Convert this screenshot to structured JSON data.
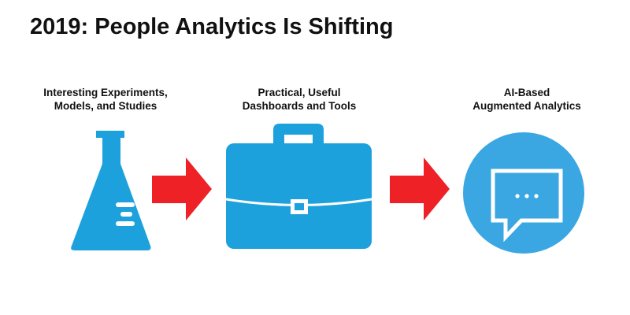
{
  "title": "2019: People Analytics Is Shifting",
  "steps": [
    {
      "label_line1": "Interesting Experiments,",
      "label_line2": "Models, and Studies",
      "icon": "flask-icon"
    },
    {
      "label_line1": "Practical, Useful",
      "label_line2": "Dashboards and Tools",
      "icon": "briefcase-icon"
    },
    {
      "label_line1": "AI-Based",
      "label_line2": "Augmented Analytics",
      "icon": "chat-bubble-icon"
    }
  ],
  "colors": {
    "icon_blue": "#1da1dd",
    "circle_blue": "#3ba7e2",
    "arrow_red": "#ee2226",
    "text": "#111111"
  }
}
